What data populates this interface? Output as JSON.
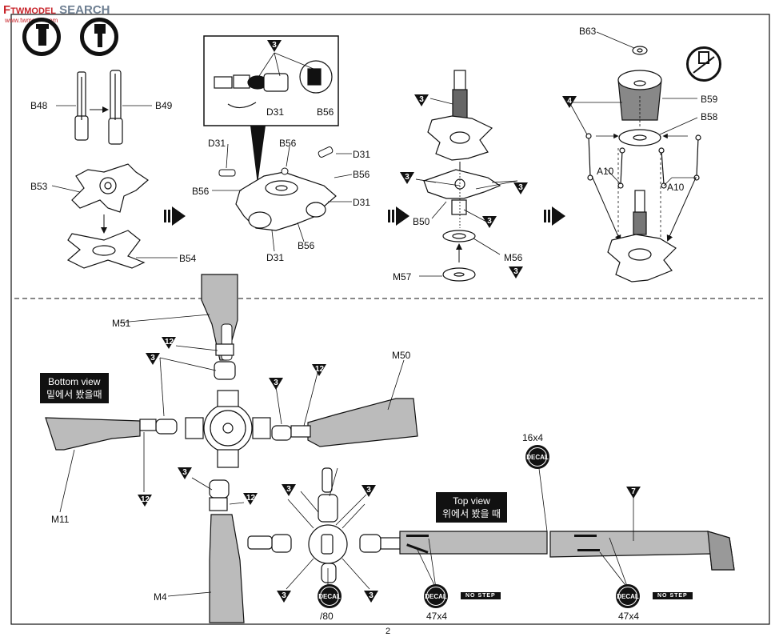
{
  "watermark": {
    "brand_a": "F",
    "brand_b": "TWMODEL",
    "brand_c": "SEARCH",
    "sub": "www.twmodel.com"
  },
  "icons": [
    "cement-icon",
    "no-cement-icon"
  ],
  "step1": {
    "labels": {
      "b48": "B48",
      "b49": "B49",
      "b53": "B53",
      "b54": "B54"
    }
  },
  "step2": {
    "labels": {
      "d31_a": "D31",
      "b56_a": "B56",
      "d31_b": "D31",
      "b56_b": "B56",
      "d31_c": "D31",
      "b56_c": "B56",
      "b56_d": "B56",
      "d31_d": "D31",
      "b56_e": "B56",
      "d31_e": "D31"
    },
    "marker": "3"
  },
  "step3": {
    "labels": {
      "b50": "B50",
      "m56": "M56",
      "m57": "M57"
    },
    "markers": [
      "3",
      "3",
      "3",
      "3",
      "3"
    ]
  },
  "step4": {
    "labels": {
      "b63": "B63",
      "b59": "B59",
      "b58": "B58",
      "a10_l": "A10",
      "a10_r": "A10"
    },
    "marker": "4"
  },
  "bottom": {
    "labels": {
      "m51": "M51",
      "m50": "M50",
      "m11": "M11",
      "m4": "M4"
    },
    "bottom_view": {
      "en": "Bottom view",
      "ko": "밑에서 봤을때"
    },
    "top_view": {
      "en": "Top view",
      "ko": "위에서 봤을 때"
    },
    "markers": {
      "m3": "3",
      "m12": "12",
      "m7": "7"
    },
    "decal_text": "DECAL",
    "decal_counts": {
      "d16": "16x4",
      "d47a": "47x4",
      "d47b": "47x4",
      "d80": "/80"
    },
    "no_step": "NO STEP"
  },
  "page_number": "2"
}
